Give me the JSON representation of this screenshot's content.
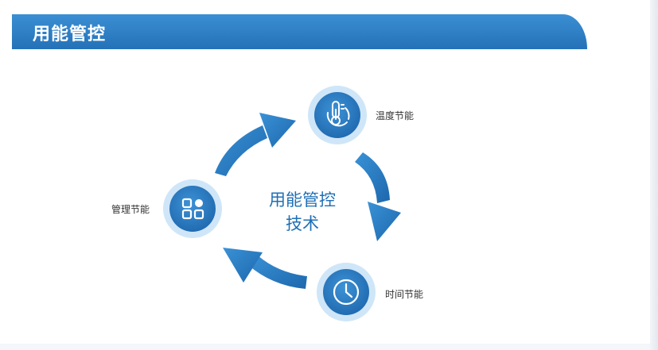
{
  "header": {
    "title": "用能管控"
  },
  "center": {
    "line1": "用能管控",
    "line2": "技术"
  },
  "nodes": [
    {
      "label": "温度节能",
      "icon": "thermometer-icon"
    },
    {
      "label": "时间节能",
      "icon": "clock-icon"
    },
    {
      "label": "管理节能",
      "icon": "grid-icon"
    }
  ],
  "colors": {
    "primary": "#2471b8",
    "halo": "#cfe6f8",
    "text": "#333333"
  }
}
